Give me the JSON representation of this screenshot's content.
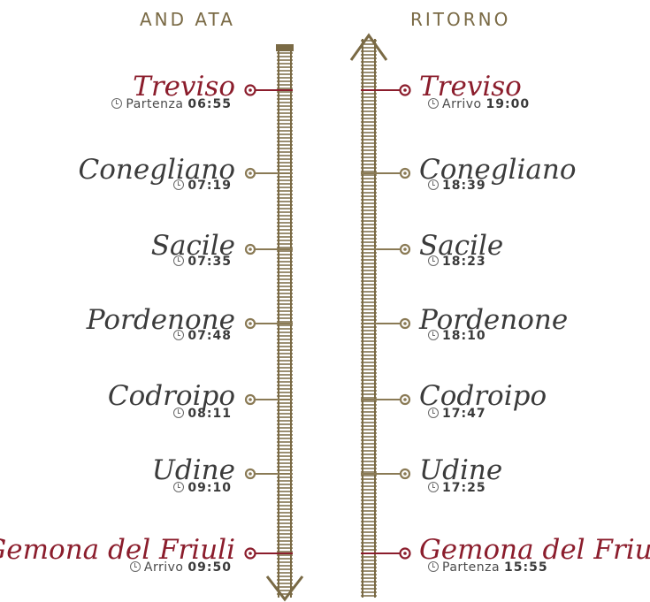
{
  "columns": {
    "outbound_title": "AND ATA",
    "return_title": "RITORNO"
  },
  "colors": {
    "track": "#7a6a45",
    "accent": "#8b1d2c",
    "stop_marker": "#8a7a55"
  },
  "outbound": [
    {
      "name": "Treviso",
      "prefix": "Partenza",
      "time": "06:55",
      "terminal": true
    },
    {
      "name": "Conegliano",
      "prefix": "",
      "time": "07:19",
      "terminal": false
    },
    {
      "name": "Sacile",
      "prefix": "",
      "time": "07:35",
      "terminal": false
    },
    {
      "name": "Pordenone",
      "prefix": "",
      "time": "07:48",
      "terminal": false
    },
    {
      "name": "Codroipo",
      "prefix": "",
      "time": "08:11",
      "terminal": false
    },
    {
      "name": "Udine",
      "prefix": "",
      "time": "09:10",
      "terminal": false
    },
    {
      "name": "Gemona del Friuli",
      "prefix": "Arrivo",
      "time": "09:50",
      "terminal": true
    }
  ],
  "return": [
    {
      "name": "Treviso",
      "prefix": "Arrivo",
      "time": "19:00",
      "terminal": true
    },
    {
      "name": "Conegliano",
      "prefix": "",
      "time": "18:39",
      "terminal": false
    },
    {
      "name": "Sacile",
      "prefix": "",
      "time": "18:23",
      "terminal": false
    },
    {
      "name": "Pordenone",
      "prefix": "",
      "time": "18:10",
      "terminal": false
    },
    {
      "name": "Codroipo",
      "prefix": "",
      "time": "17:47",
      "terminal": false
    },
    {
      "name": "Udine",
      "prefix": "",
      "time": "17:25",
      "terminal": false
    },
    {
      "name": "Gemona del Friuli",
      "prefix": "Partenza",
      "time": "15:55",
      "terminal": true
    }
  ]
}
